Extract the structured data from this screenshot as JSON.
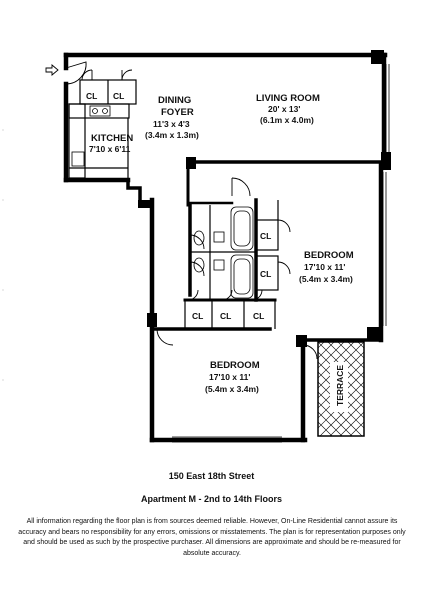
{
  "rooms": {
    "dining_foyer": {
      "name": "DINING FOYER",
      "name_line1": "DINING",
      "name_line2": "FOYER",
      "dim_ft": "11'3 x 4'3",
      "dim_m": "(3.4m x 1.3m)"
    },
    "living_room": {
      "name": "LIVING ROOM",
      "dim_ft": "20' x 13'",
      "dim_m": "(6.1m x 4.0m)"
    },
    "kitchen": {
      "name": "KITCHEN",
      "dim_ft": "7'10 x 6'11"
    },
    "bedroom_right": {
      "name": "BEDROOM",
      "dim_ft": "17'10 x 11'",
      "dim_m": "(5.4m x 3.4m)"
    },
    "bedroom_lower": {
      "name": "BEDROOM",
      "dim_ft": "17'10 x 11'",
      "dim_m": "(5.4m x 3.4m)"
    },
    "terrace": {
      "name": "TERRACE"
    }
  },
  "closets": {
    "label": "CL"
  },
  "address": "150 East 18th Street",
  "apartment": "Apartment M - 2nd to 14th Floors",
  "disclaimer": "All information regarding the floor plan is from sources deemed reliable.  However, On-Line Residential cannot assure its accuracy and bears no responsibility for any errors, omissions or misstatements.  The plan is for representation purposes only and should be used as such by the prospective purchaser.  All dimensions are approximate and should be re-measured for absolute accuracy."
}
